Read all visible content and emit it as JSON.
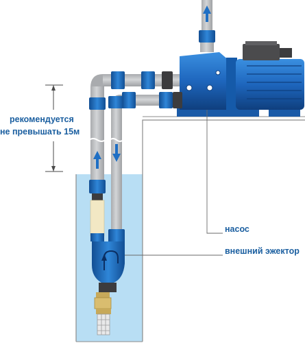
{
  "labels": {
    "height_limit_line1": "рекомендуется",
    "height_limit_line2": "не превышать 15м",
    "pump": "насос",
    "ejector": "внешний эжектор"
  },
  "colors": {
    "accent_blue": "#1b5fa0",
    "connector_blue": "#1f6fc4",
    "pipe_gray": "#bdbfc2",
    "water": "#b8def4",
    "suction_pipe_fill": "#f2e8c4"
  },
  "icons": [
    "arrow-up-icon",
    "arrow-down-icon",
    "dimension-arrow-icon"
  ]
}
